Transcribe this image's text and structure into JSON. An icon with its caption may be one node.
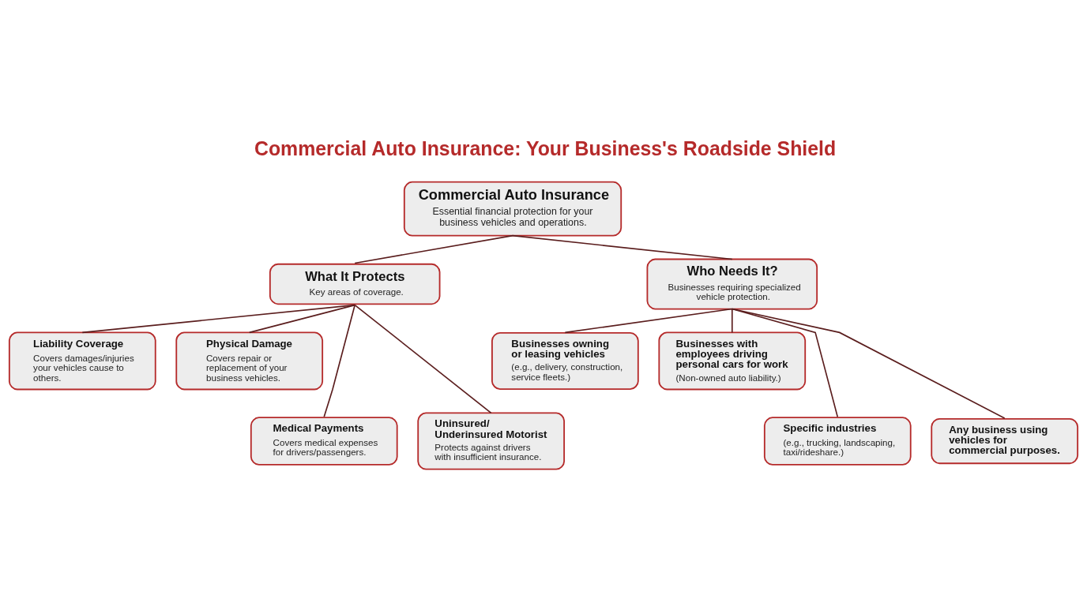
{
  "diagram": {
    "title": "Commercial Auto Insurance: Your Business's Roadside Shield",
    "nodes": [
      {
        "text": [
          "Commercial Auto Insurance",
          "Essential financial protection for your business vehicles and operations."
        ]
      },
      {
        "text": [
          "What It Protects",
          "Key areas of coverage."
        ]
      },
      {
        "text": [
          "Who Needs It?",
          "Businesses requiring specialized vehicle protection."
        ]
      },
      {
        "text": [
          "Liability Coverage",
          "Covers damages/injuries your vehicles cause to others."
        ]
      },
      {
        "text": [
          "Physical Damage",
          "Covers repair or replacement of your business vehicles."
        ]
      },
      {
        "text": [
          "Medical Payments",
          "Covers medical expenses for drivers/passengers."
        ]
      },
      {
        "text": [
          "Uninsured/ Underinsured Motorist",
          "Protects against drivers with insufficient insurance."
        ]
      },
      {
        "text": [
          "Businesses owning or leasing vehicles",
          "(e.g., delivery, construction, service fleets.)"
        ]
      },
      {
        "text": [
          "Businesses with employees driving personal cars for work",
          "(Non-owned auto liability.)"
        ]
      },
      {
        "text": [
          "Specific industries",
          "(e.g., trucking, landscaping, taxi/rideshare.)"
        ]
      },
      {
        "text": [
          "Any business using vehicles for commercial purposes."
        ]
      }
    ],
    "edges": [
      {
        "from": 0,
        "to": 1,
        "arrow": "none"
      },
      {
        "from": 0,
        "to": 2,
        "arrow": "none"
      },
      {
        "from": 1,
        "to": 3,
        "arrow": "none"
      },
      {
        "from": 1,
        "to": 4,
        "arrow": "none"
      },
      {
        "from": 1,
        "to": 5,
        "arrow": "none"
      },
      {
        "from": 1,
        "to": 6,
        "arrow": "none"
      },
      {
        "from": 2,
        "to": 7,
        "arrow": "none"
      },
      {
        "from": 2,
        "to": 8,
        "arrow": "none"
      },
      {
        "from": 2,
        "to": 9,
        "arrow": "none"
      },
      {
        "from": 2,
        "to": 10,
        "arrow": "none"
      }
    ]
  }
}
